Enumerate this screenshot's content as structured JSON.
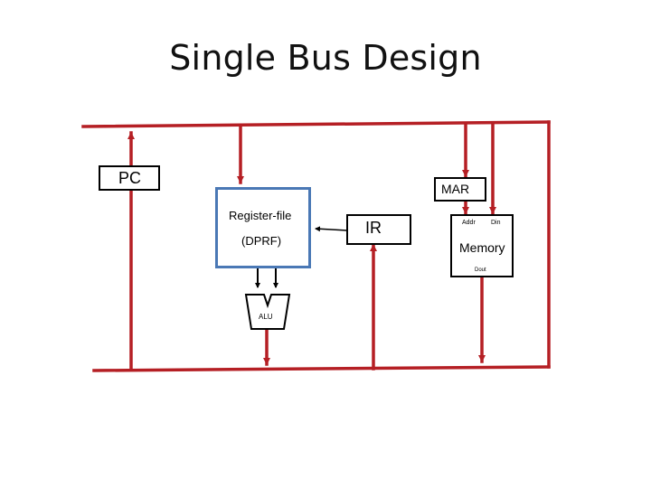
{
  "title": "Single Bus Design",
  "components": {
    "pc": "PC",
    "mar": "MAR",
    "register_file": {
      "line1": "Register-file",
      "line2": "(DPRF)"
    },
    "ir": "IR",
    "memory": {
      "name": "Memory",
      "addr": "Addr",
      "din": "Din",
      "dout": "Dout"
    },
    "alu": "ALU"
  },
  "colors": {
    "bus": "#b51f24",
    "register_file_border": "#4a78b5",
    "block_border": "#000000",
    "text": "#000000"
  }
}
